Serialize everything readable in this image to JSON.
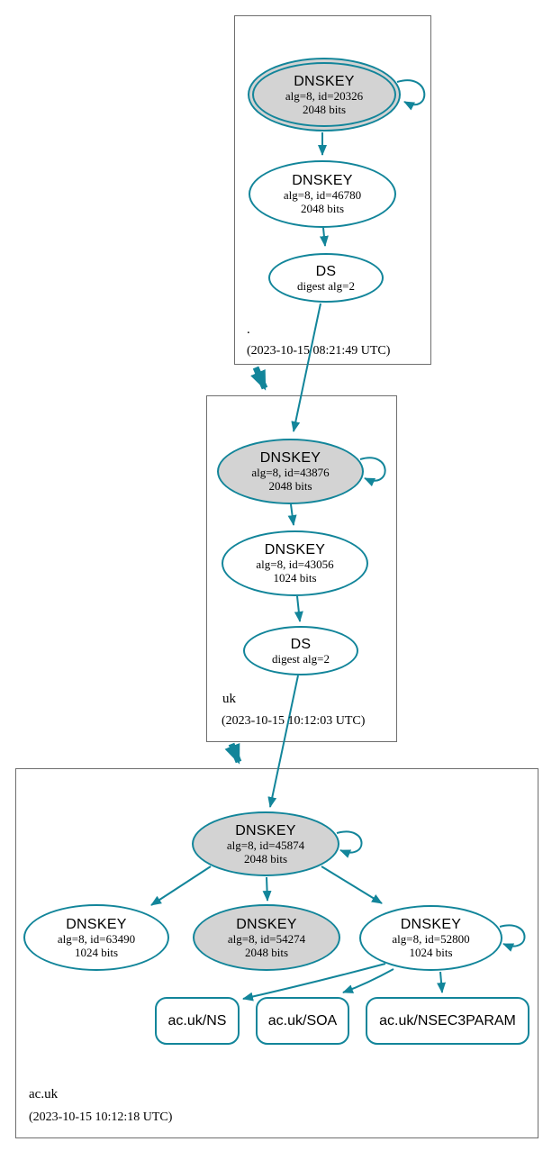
{
  "colors": {
    "edge_teal": "#12859a",
    "ksk_fill_gray": "#d3d3d3",
    "node_fill_white": "#ffffff",
    "zone_box_border": "#6e6e6e"
  },
  "zones": [
    {
      "label": ".",
      "timestamp": "(2023-10-15 08:21:49 UTC)",
      "nodes": {
        "ksk": {
          "title": "DNSKEY",
          "detail": "alg=8, id=20326",
          "bits": "2048 bits"
        },
        "zsk": {
          "title": "DNSKEY",
          "detail": "alg=8, id=46780",
          "bits": "2048 bits"
        },
        "ds": {
          "title": "DS",
          "detail": "digest alg=2"
        }
      }
    },
    {
      "label": "uk",
      "timestamp": "(2023-10-15 10:12:03 UTC)",
      "nodes": {
        "ksk": {
          "title": "DNSKEY",
          "detail": "alg=8, id=43876",
          "bits": "2048 bits"
        },
        "zsk": {
          "title": "DNSKEY",
          "detail": "alg=8, id=43056",
          "bits": "1024 bits"
        },
        "ds": {
          "title": "DS",
          "detail": "digest alg=2"
        }
      }
    },
    {
      "label": "ac.uk",
      "timestamp": "(2023-10-15 10:12:18 UTC)",
      "nodes": {
        "ksk": {
          "title": "DNSKEY",
          "detail": "alg=8, id=45874",
          "bits": "2048 bits"
        },
        "zsk1": {
          "title": "DNSKEY",
          "detail": "alg=8, id=63490",
          "bits": "1024 bits"
        },
        "ksk2": {
          "title": "DNSKEY",
          "detail": "alg=8, id=54274",
          "bits": "2048 bits"
        },
        "zsk2": {
          "title": "DNSKEY",
          "detail": "alg=8, id=52800",
          "bits": "1024 bits"
        }
      },
      "rrsets": [
        {
          "label": "ac.uk/NS"
        },
        {
          "label": "ac.uk/SOA"
        },
        {
          "label": "ac.uk/NSEC3PARAM"
        }
      ]
    }
  ]
}
